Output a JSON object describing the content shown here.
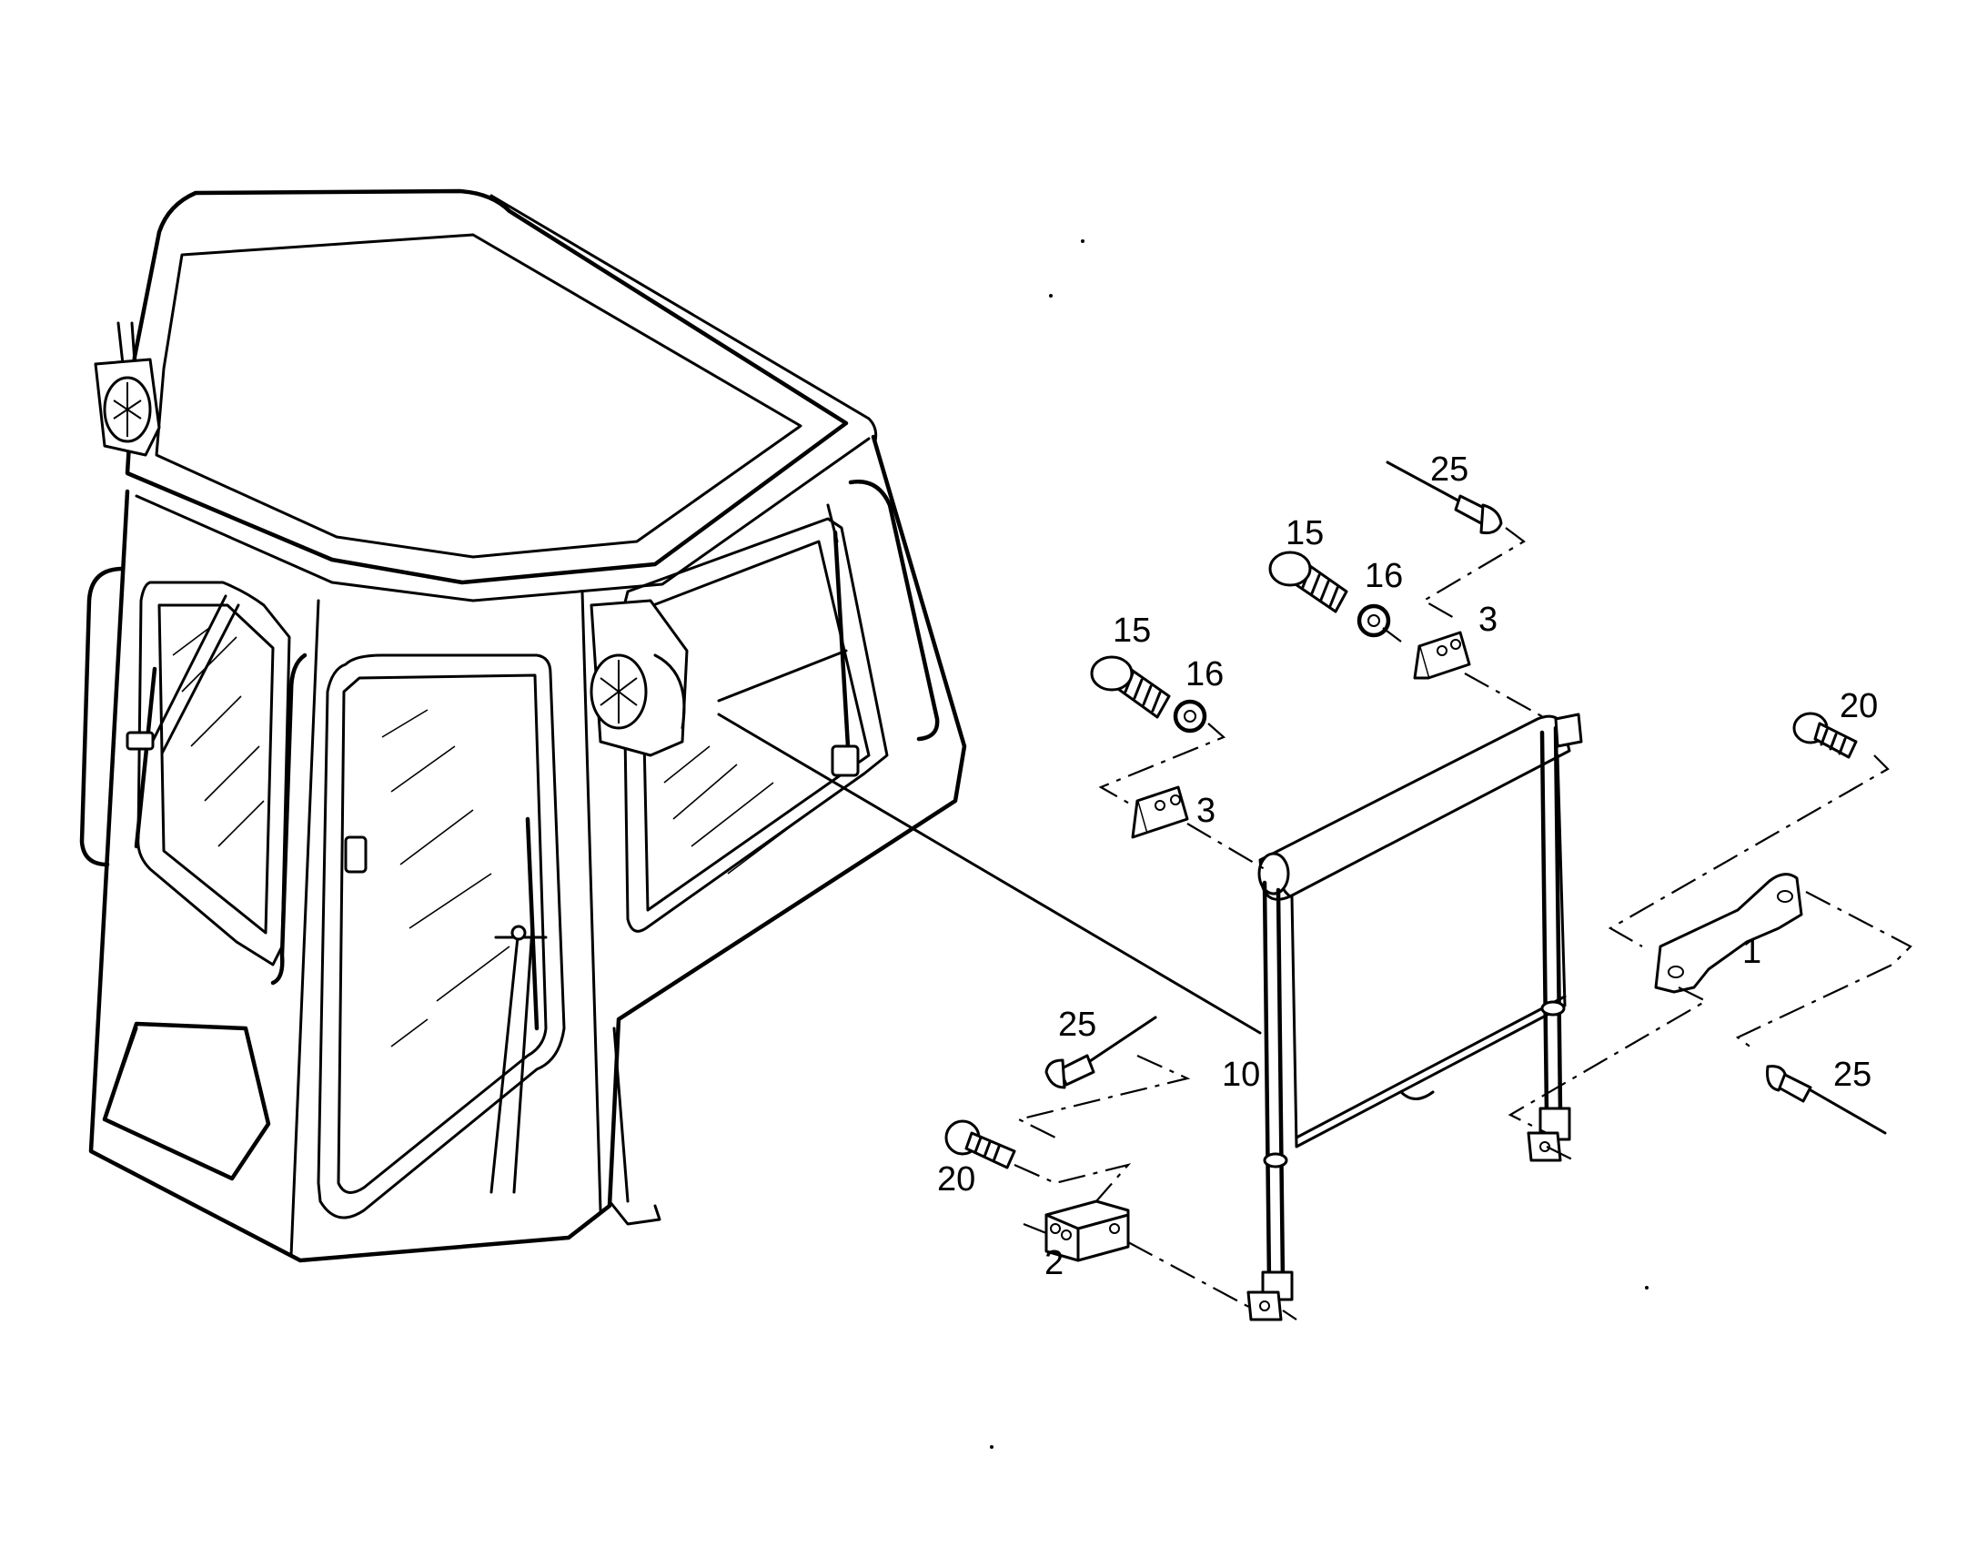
{
  "callouts": {
    "c1": "1",
    "c2": "2",
    "c3a": "3",
    "c3b": "3",
    "c10": "10",
    "c15a": "15",
    "c15b": "15",
    "c16a": "16",
    "c16b": "16",
    "c20a": "20",
    "c20b": "20",
    "c25a": "25",
    "c25b": "25",
    "c25c": "25"
  }
}
